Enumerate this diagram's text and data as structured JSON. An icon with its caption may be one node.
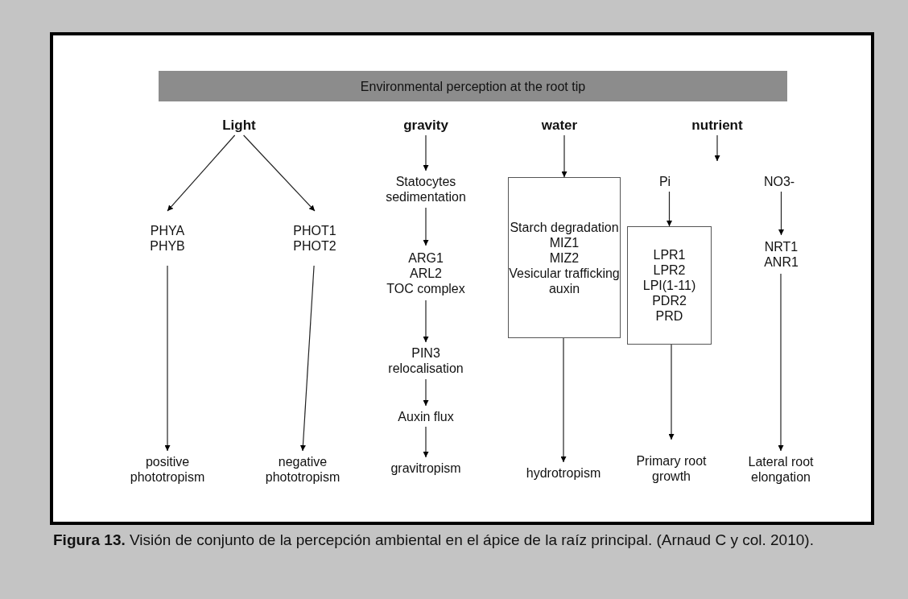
{
  "diagram": {
    "caption": "**Figura 13.** Visión de conjunto de la percepción ambiental en el ápice de la raíz principal. (Arnaud C y col. 2010).",
    "nodes": [
      {
        "text": [
          "Environmental perception at the root tip"
        ]
      },
      {
        "text": [
          "Light"
        ]
      },
      {
        "text": [
          "gravity"
        ]
      },
      {
        "text": [
          "water"
        ]
      },
      {
        "text": [
          "nutrient"
        ]
      },
      {
        "text": [
          "PHYA",
          "PHYB"
        ]
      },
      {
        "text": [
          "PHOT1",
          "PHOT2"
        ]
      },
      {
        "text": [
          "Statocytes sedimentation"
        ]
      },
      {
        "text": [
          "ARG1",
          "ARL2",
          "TOC complex"
        ]
      },
      {
        "text": [
          "PIN3 relocalisation"
        ]
      },
      {
        "text": [
          "Auxin flux"
        ]
      },
      {
        "text": [
          "Starch degradation",
          "MIZ1",
          "MIZ2",
          "Vesicular trafficking",
          "auxin"
        ]
      },
      {
        "text": [
          "Pi"
        ]
      },
      {
        "text": [
          "NO3-"
        ]
      },
      {
        "text": [
          "LPR1",
          "LPR2",
          "LPI(1-11)",
          "PDR2",
          "PRD"
        ]
      },
      {
        "text": [
          "NRT1",
          "ANR1"
        ]
      },
      {
        "text": [
          "positive phototropism"
        ]
      },
      {
        "text": [
          "negative phototropism"
        ]
      },
      {
        "text": [
          "gravitropism"
        ]
      },
      {
        "text": [
          "hydrotropism"
        ]
      },
      {
        "text": [
          "Primary root growth"
        ]
      },
      {
        "text": [
          "Lateral root elongation"
        ]
      }
    ],
    "edges": [
      {
        "from": 1,
        "to": 5,
        "arrow": "to"
      },
      {
        "from": 1,
        "to": 6,
        "arrow": "to"
      },
      {
        "from": 2,
        "to": 7,
        "arrow": "to"
      },
      {
        "from": 7,
        "to": 8,
        "arrow": "to"
      },
      {
        "from": 8,
        "to": 9,
        "arrow": "to"
      },
      {
        "from": 9,
        "to": 10,
        "arrow": "to"
      },
      {
        "from": 10,
        "to": 18,
        "arrow": "to"
      },
      {
        "from": 3,
        "to": 11,
        "arrow": "to"
      },
      {
        "from": 11,
        "to": 19,
        "arrow": "to"
      },
      {
        "from": 4,
        "to": null,
        "arrow": "to"
      },
      {
        "from": 12,
        "to": 14,
        "arrow": "to"
      },
      {
        "from": 14,
        "to": 20,
        "arrow": "to"
      },
      {
        "from": 13,
        "to": 15,
        "arrow": "to"
      },
      {
        "from": 15,
        "to": 21,
        "arrow": "to"
      },
      {
        "from": 5,
        "to": 16,
        "arrow": "to"
      },
      {
        "from": 6,
        "to": 17,
        "arrow": "to"
      }
    ]
  }
}
